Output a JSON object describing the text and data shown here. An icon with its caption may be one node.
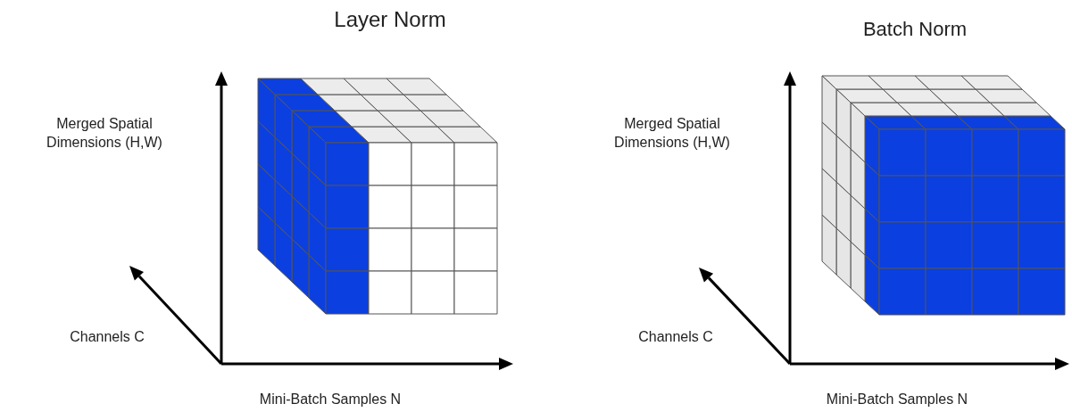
{
  "diagram": {
    "labels": [
      "Layer Norm",
      "Batch Norm",
      "Merged Spatial Dimensions (H,W)",
      "Merged Spatial Dimensions (H,W)",
      "Channels C",
      "Channels C",
      "Mini-Batch Samples N",
      "Mini-Batch Samples N"
    ]
  }
}
